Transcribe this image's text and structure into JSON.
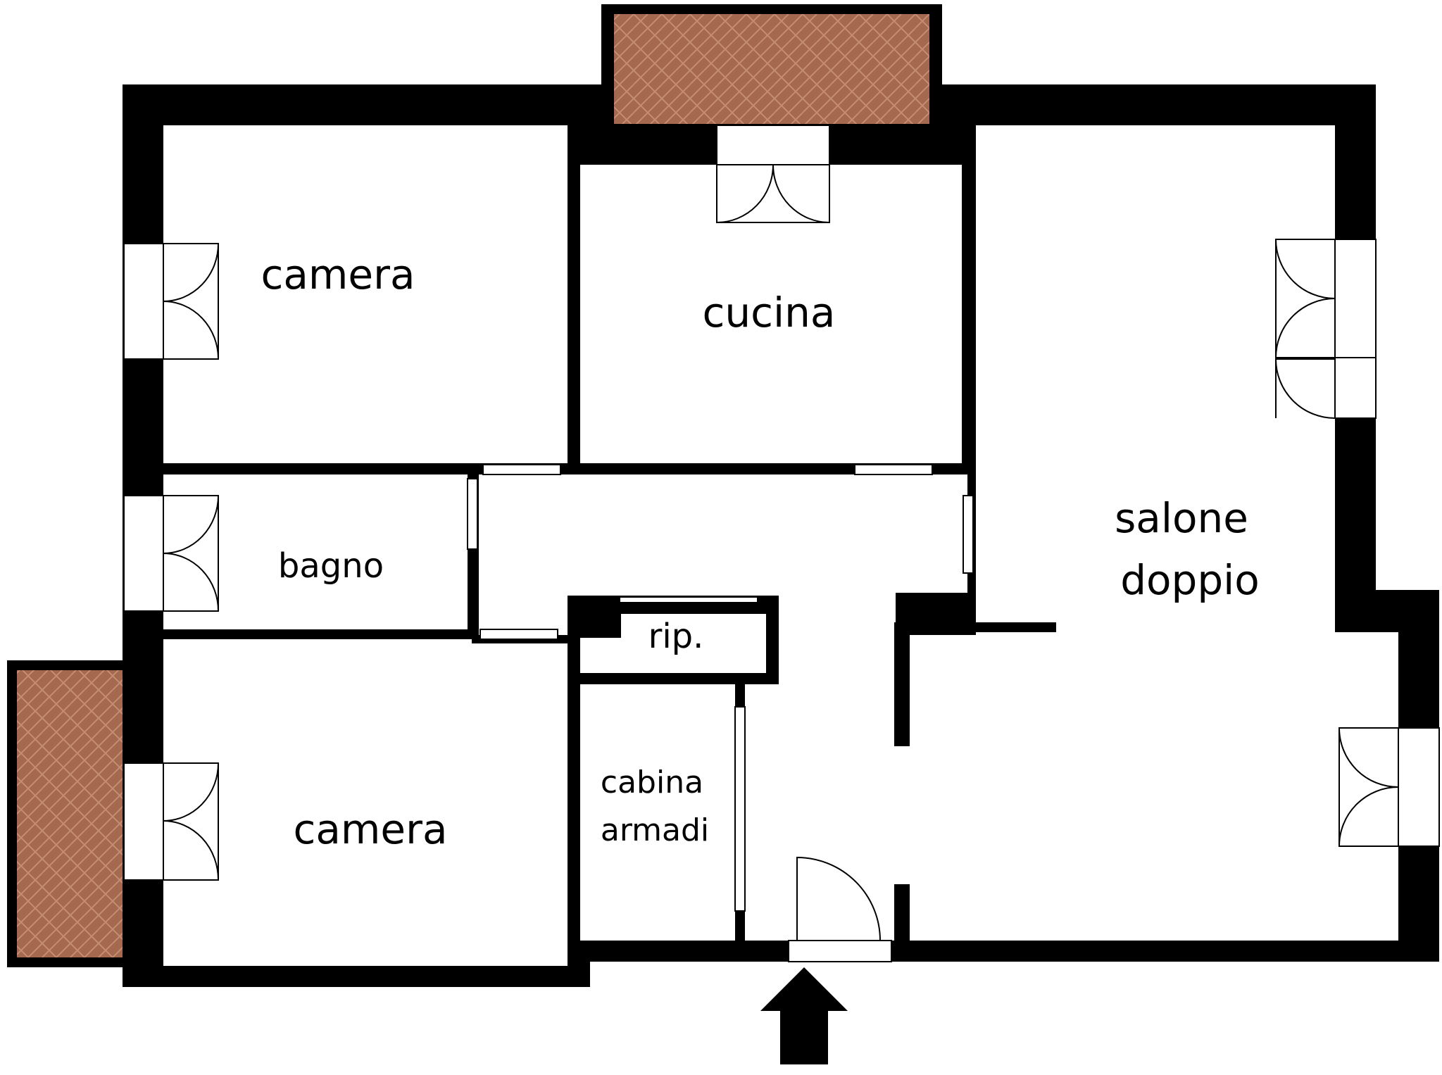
{
  "colors": {
    "wall": "#000000",
    "background": "#ffffff",
    "terrace": "#a4694f",
    "terrace_brick_line": "#c48c74",
    "door_line": "#000000"
  },
  "rooms": {
    "camera_top": "camera",
    "cucina": "cucina",
    "salone_line1": "salone",
    "salone_line2": "doppio",
    "bagno": "bagno",
    "rip": "rip.",
    "cabina_line1": "cabina",
    "cabina_line2": "armadi",
    "camera_bottom": "camera"
  },
  "icons": {
    "entrance": "entrance-arrow-icon"
  }
}
